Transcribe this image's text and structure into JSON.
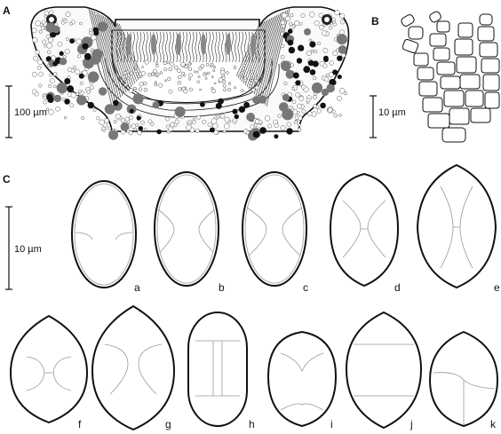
{
  "panels": {
    "a": {
      "label": "A",
      "scale": "100 µm"
    },
    "b": {
      "label": "B",
      "scale": "10 µm"
    },
    "c": {
      "label": "C",
      "scale": "10 µm"
    }
  },
  "spores": [
    {
      "label": "a"
    },
    {
      "label": "b"
    },
    {
      "label": "c"
    },
    {
      "label": "d"
    },
    {
      "label": "e"
    },
    {
      "label": "f"
    },
    {
      "label": "g"
    },
    {
      "label": "h"
    },
    {
      "label": "i"
    },
    {
      "label": "j"
    },
    {
      "label": "k"
    }
  ]
}
